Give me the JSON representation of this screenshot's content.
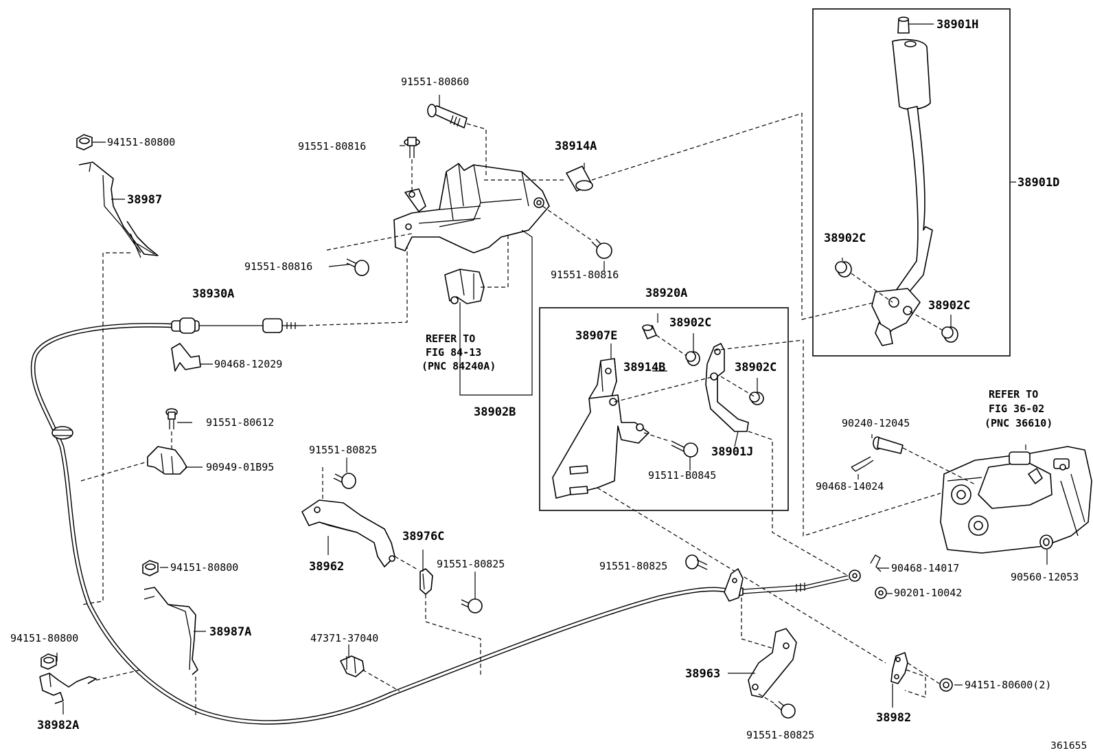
{
  "labels": {
    "l_38901H": "38901H",
    "l_38901D": "38901D",
    "l_38902C_a": "38902C",
    "l_38902C_b": "38902C",
    "l_38902C_c": "38902C",
    "l_38902C_d": "38902C",
    "l_38920A": "38920A",
    "l_38907E": "38907E",
    "l_38914B": "38914B",
    "l_38901J": "38901J",
    "l_91511B0845": "91511-B0845",
    "l_91551_80860": "91551-80860",
    "l_91551_80816_a": "91551-80816",
    "l_91551_80816_b": "91551-80816",
    "l_91551_80816_c": "91551-80816",
    "l_38914A": "38914A",
    "l_94151_80800_a": "94151-80800",
    "l_94151_80800_b": "94151-80800",
    "l_94151_80800_c": "94151-80800",
    "l_38987": "38987",
    "l_38987A": "38987A",
    "l_38930A": "38930A",
    "l_90468_12029": "90468-12029",
    "l_91551_80612": "91551-80612",
    "l_90949_01B95": "90949-01B95",
    "l_91551_80825_a": "91551-80825",
    "l_91551_80825_b": "91551-80825",
    "l_91551_80825_c": "91551-80825",
    "l_91551_80825_d": "91551-80825",
    "l_38962": "38962",
    "l_38976C": "38976C",
    "l_38902B": "38902B",
    "l_47371_37040": "47371-37040",
    "l_38982A": "38982A",
    "l_38963": "38963",
    "l_38982": "38982",
    "l_94151_80600": "94151-80600(2)",
    "l_90201_10042": "90201-10042",
    "l_90468_14017": "90468-14017",
    "l_90560_12053": "90560-12053",
    "l_90240_12045": "90240-12045",
    "l_90468_14024": "90468-14024"
  },
  "refs": {
    "ref1_line1": "REFER TO",
    "ref1_line2": "FIG 84-13",
    "ref1_line3": "(PNC 84240A)",
    "ref2_line1": "REFER TO",
    "ref2_line2": "FIG 36-02",
    "ref2_line3": "(PNC 36610)"
  },
  "figure_id": "361655"
}
